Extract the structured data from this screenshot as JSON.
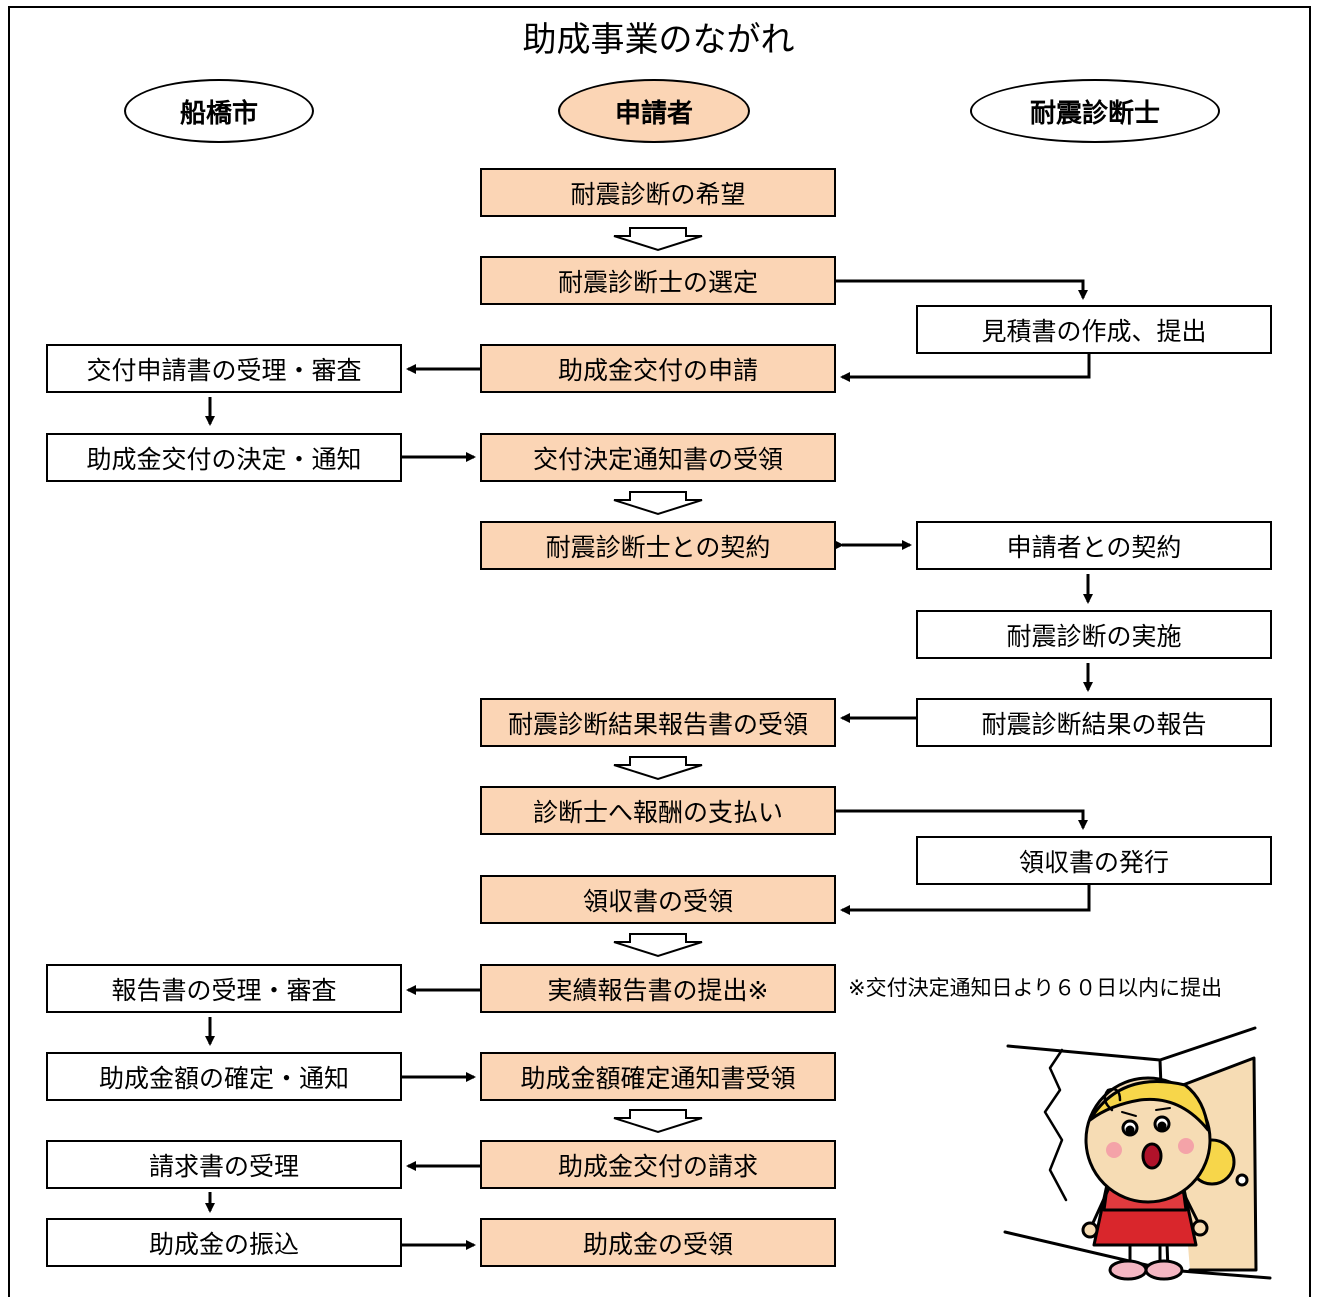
{
  "title": "助成事業のながれ",
  "columns": {
    "city": "船橋市",
    "applicant": "申請者",
    "diagnostician": "耐震診断士"
  },
  "applicant_steps": [
    "耐震診断の希望",
    "耐震診断士の選定",
    "助成金交付の申請",
    "交付決定通知書の受領",
    "耐震診断士との契約",
    "耐震診断結果報告書の受領",
    "診断士へ報酬の支払い",
    "領収書の受領",
    "実績報告書の提出※",
    "助成金額確定通知書受領",
    "助成金交付の請求",
    "助成金の受領"
  ],
  "city_steps": [
    "交付申請書の受理・審査",
    "助成金交付の決定・通知",
    "報告書の受理・審査",
    "助成金額の確定・通知",
    "請求書の受理",
    "助成金の振込"
  ],
  "diagnostician_steps": [
    "見積書の作成、提出",
    "申請者との契約",
    "耐震診断の実施",
    "耐震診断結果の報告",
    "領収書の発行"
  ],
  "note": "※交付決定通知日より６０日以内に提出",
  "colors": {
    "applicant_fill": "#fbd5b5",
    "line": "#000000"
  },
  "illustration": "worried-girl-at-cracked-wall"
}
